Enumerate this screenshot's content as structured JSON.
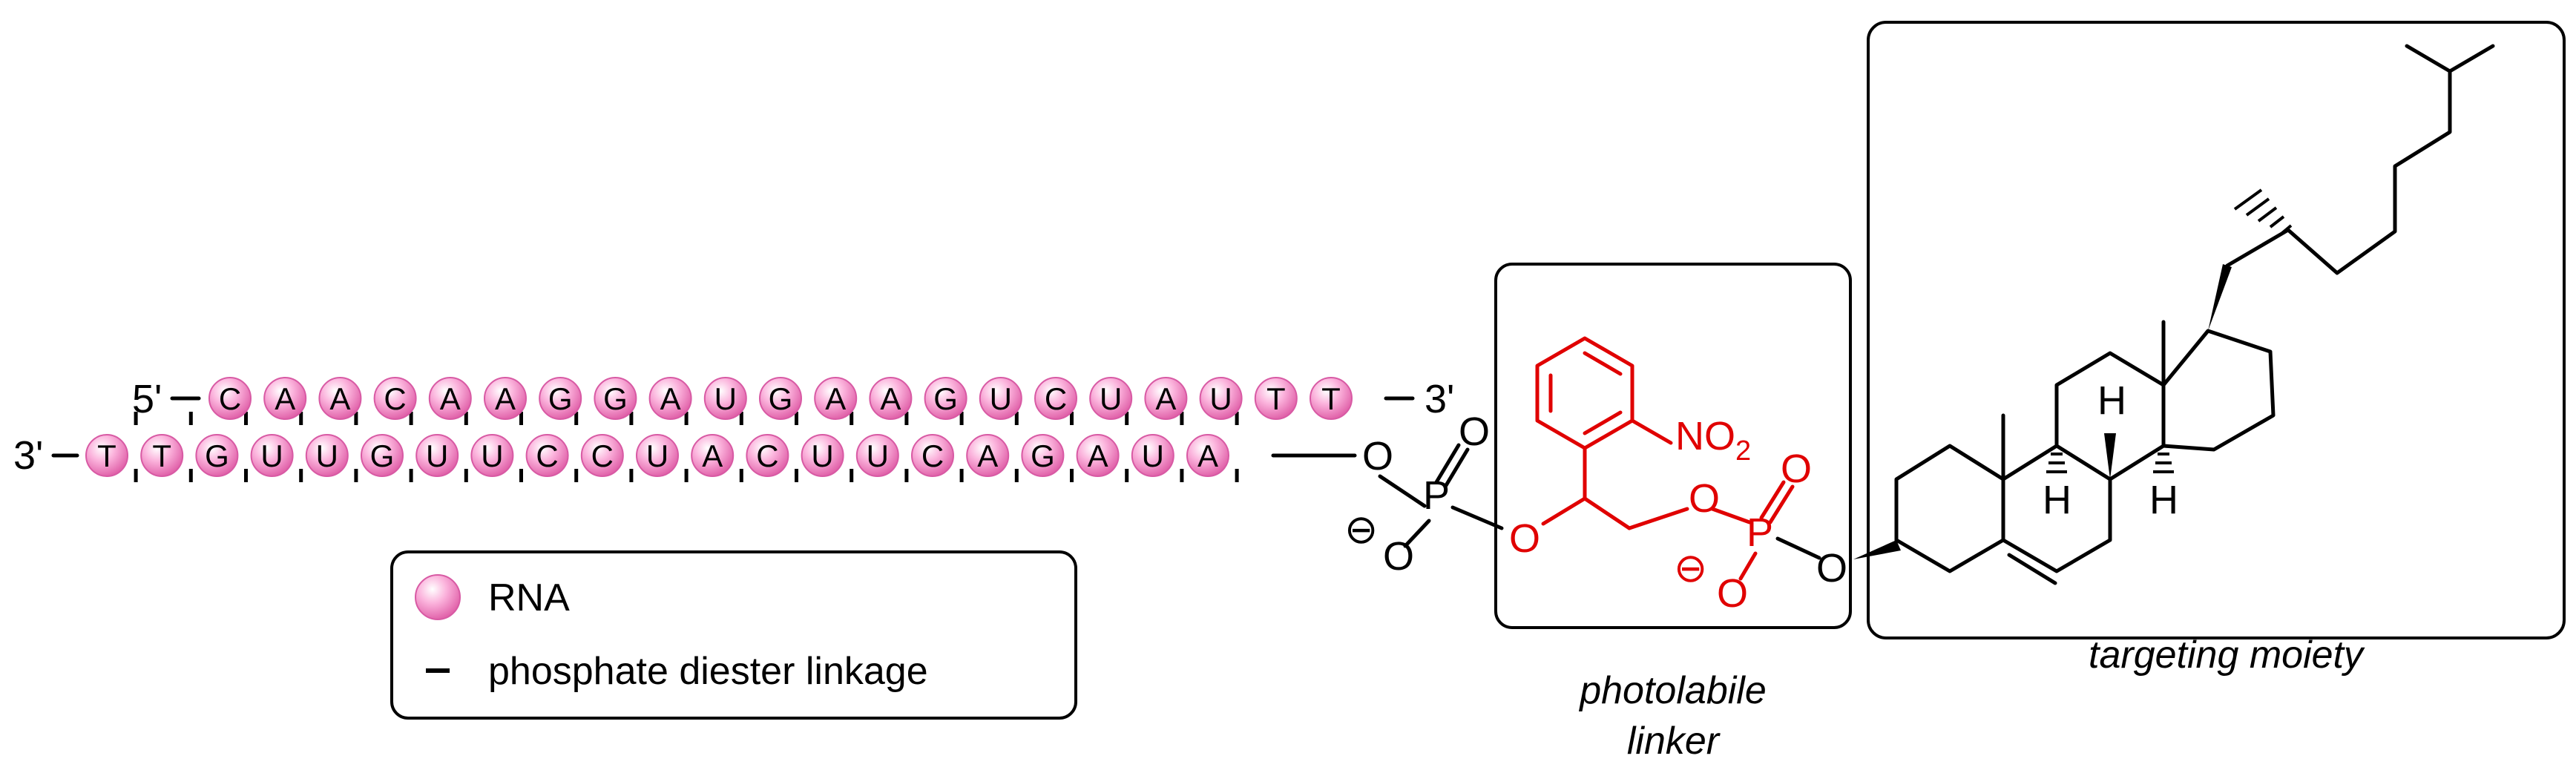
{
  "strands": {
    "sense": {
      "five_prime": "5'",
      "three_prime": "3'",
      "sequence": [
        "C",
        "A",
        "A",
        "C",
        "A",
        "A",
        "G",
        "G",
        "A",
        "U",
        "G",
        "A",
        "A",
        "G",
        "U",
        "C",
        "U",
        "A",
        "U",
        "T",
        "T"
      ]
    },
    "antisense": {
      "three_prime": "3'",
      "sequence": [
        "T",
        "T",
        "G",
        "U",
        "U",
        "G",
        "U",
        "U",
        "C",
        "C",
        "U",
        "A",
        "C",
        "U",
        "U",
        "C",
        "A",
        "G",
        "A",
        "U",
        "A"
      ]
    }
  },
  "phosphate_1": {
    "o_top": "O",
    "o_left": "O",
    "p": "P",
    "o_double": "O",
    "o_bottom": "O",
    "charge": "⊖"
  },
  "photolabile": {
    "nitro": "NO",
    "nitro_sub": "2",
    "o_ether": "O",
    "o_link": "O",
    "p": "P",
    "o_double": "O",
    "o_bottom": "O",
    "charge": "⊖",
    "caption_line1": "photolabile",
    "caption_line2": "linker"
  },
  "cholesterol": {
    "o": "O",
    "h1": "H",
    "h2": "H",
    "h3": "H",
    "caption": "targeting moiety"
  },
  "legend": {
    "rna": "RNA",
    "linkage": "phosphate diester linkage"
  },
  "colors": {
    "bead": "#f06fb8",
    "highlight": "#e00000"
  }
}
